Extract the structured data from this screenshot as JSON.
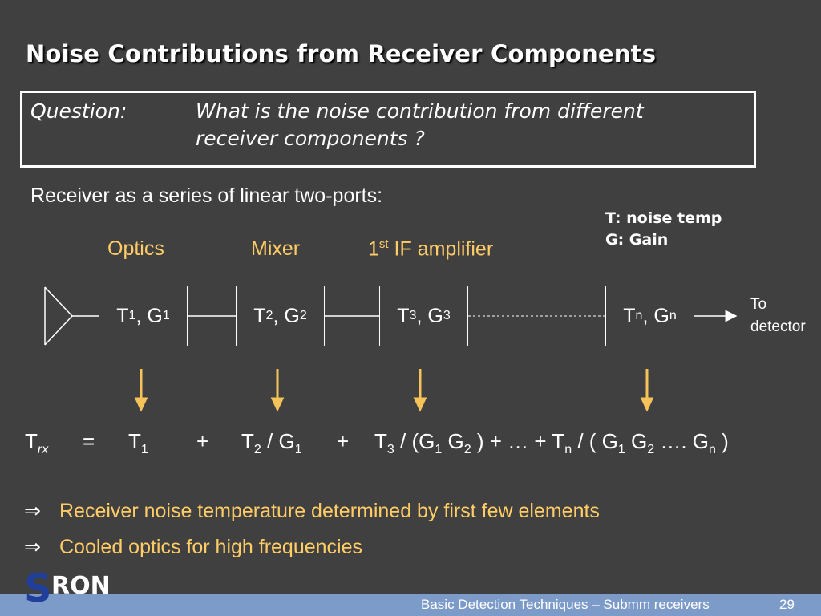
{
  "slide": {
    "title": "Noise Contributions from Receiver Components",
    "question_label": "Question:",
    "question_line1": "What is the noise contribution from different",
    "question_line2": "receiver components ?",
    "intro": "Receiver as a series of linear two-ports:",
    "legend_t": "T: noise temp",
    "legend_g": "G: Gain"
  },
  "stages": {
    "optics": "Optics",
    "mixer": "Mixer",
    "if_prefix": "1",
    "if_sup": "st",
    "if_rest": " IF amplifier"
  },
  "blocks": [
    {
      "t": "T",
      "ti": "1",
      "g": "G",
      "gi": "1"
    },
    {
      "t": "T",
      "ti": "2",
      "g": "G",
      "gi": "2"
    },
    {
      "t": "T",
      "ti": "3",
      "g": "G",
      "gi": "3"
    },
    {
      "t": "T",
      "ti": "n",
      "g": "G",
      "gi": "n"
    }
  ],
  "to_detector": {
    "line1": "To",
    "line2": "detector"
  },
  "formula": {
    "trx_t": "T",
    "trx_sub": "rx",
    "equals": "=",
    "t1": "T",
    "t1_sub": "1",
    "plus1": "+",
    "term2_t": "T",
    "term2_tsub": "2",
    "term2_div": " / G",
    "term2_gsub": "1",
    "plus2": "+",
    "term3_t": "T",
    "term3_tsub": "3",
    "term3_open": " / (G",
    "term3_g1": "1",
    "term3_g": " G",
    "term3_g2": "2",
    "term3_close": " )  +  …  + T",
    "termn_tsub": "n",
    "termn_open": " / ( G",
    "termn_g1": "1",
    "termn_g": " G",
    "termn_g2": "2",
    "termn_dots": " …. G",
    "termn_gn": "n",
    "termn_close": " )"
  },
  "bullets": [
    {
      "arrow": "⇒",
      "text": "Receiver noise temperature determined by first few elements"
    },
    {
      "arrow": "⇒",
      "text": "Cooled optics for high frequencies"
    }
  ],
  "logo": {
    "text": "SRON"
  },
  "footer": {
    "text": "Basic Detection Techniques – Submm receivers",
    "page": "29"
  },
  "colors": {
    "background": "#404040",
    "accent": "#ffcc66",
    "arrow": "#f5c35a",
    "footer": "#7d9bc8"
  }
}
